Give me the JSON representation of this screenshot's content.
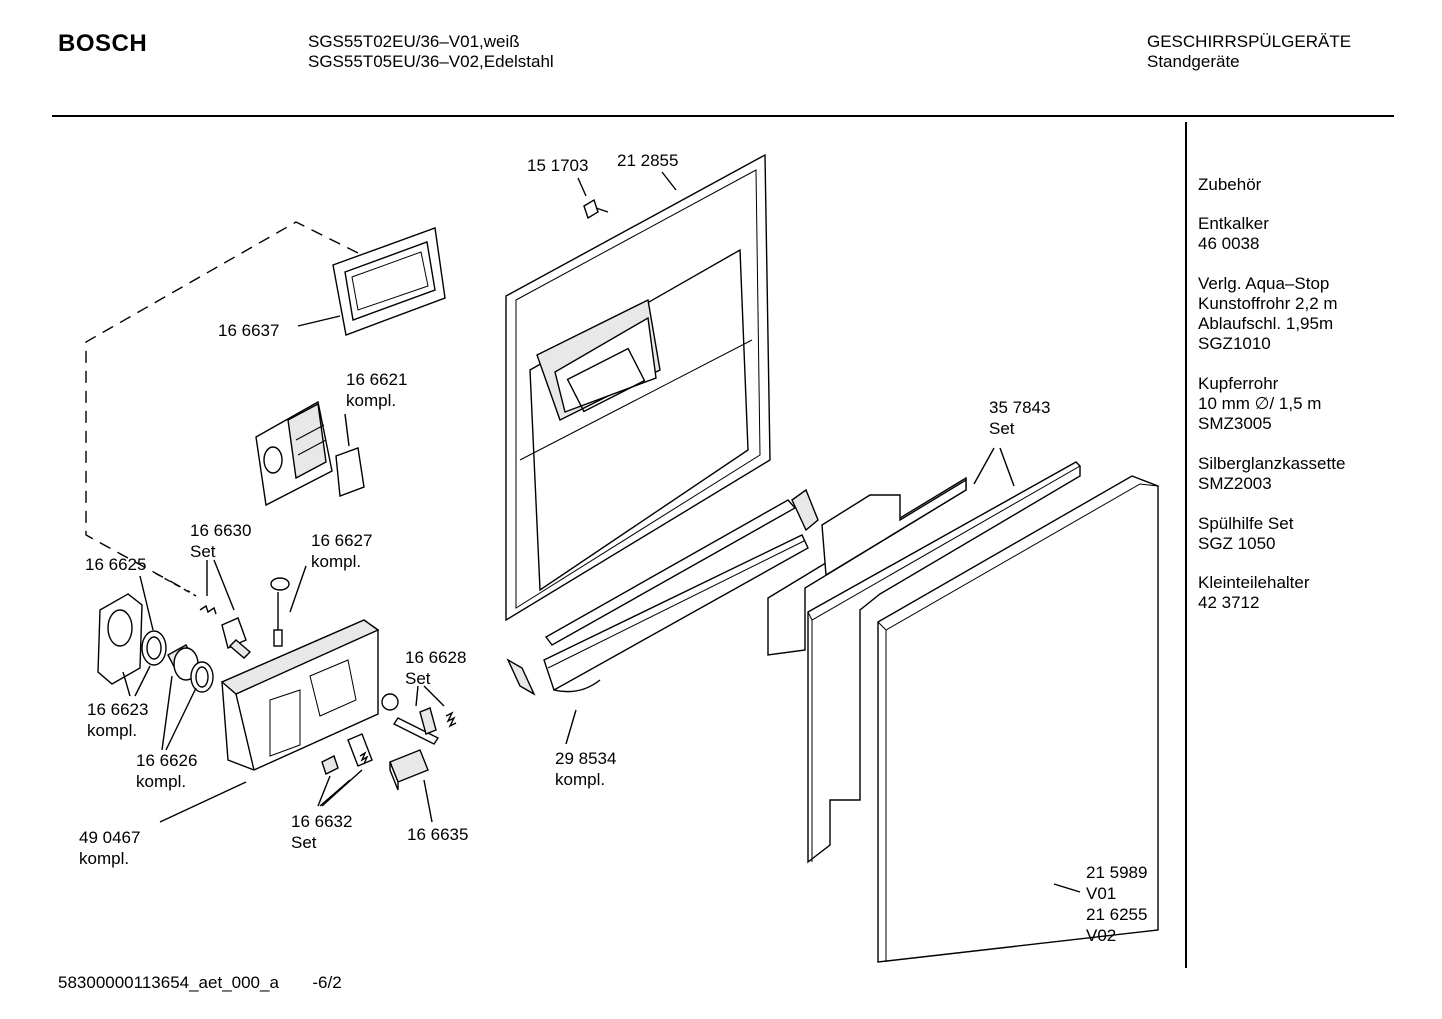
{
  "header": {
    "brand": "BOSCH",
    "model_line_1": "SGS55T02EU/36–V01,weiß",
    "model_line_2": "SGS55T05EU/36–V02,Edelstahl",
    "category_line_1": "GESCHIRRSPÜLGERÄTE",
    "category_line_2": "Standgeräte"
  },
  "parts": {
    "p151703": "15 1703",
    "p212855": "21 2855",
    "p166637": "16 6637",
    "p166621": "16 6621\nkompl.",
    "p166630": "16 6630\nSet",
    "p166627": "16 6627\nkompl.",
    "p166625": "16 6625",
    "p166623": "16 6623\nkompl.",
    "p166626": "16 6626\nkompl.",
    "p490467": "49 0467\nkompl.",
    "p166628": "16 6628\nSet",
    "p166632": "16 6632\nSet",
    "p166635": "16 6635",
    "p298534": "29 8534\nkompl.",
    "p357843": "35 7843\nSet",
    "p215989": "21 5989\nV01\n21 6255\nV02"
  },
  "accessories": {
    "title": "Zubehör",
    "items": [
      "Entkalker\n46 0038",
      "Verlg. Aqua–Stop\nKunstoffrohr 2,2 m\nAblaufschl. 1,95m\nSGZ1010",
      "Kupferrohr\n10 mm ∅/ 1,5 m\nSMZ3005",
      "Silberglanzkassette\nSMZ2003",
      "Spülhilfe Set\nSGZ 1050",
      "Kleinteilehalter\n42 3712"
    ]
  },
  "footer": {
    "doc_id": "58300000113654_aet_000_a",
    "page": "-6/2"
  }
}
